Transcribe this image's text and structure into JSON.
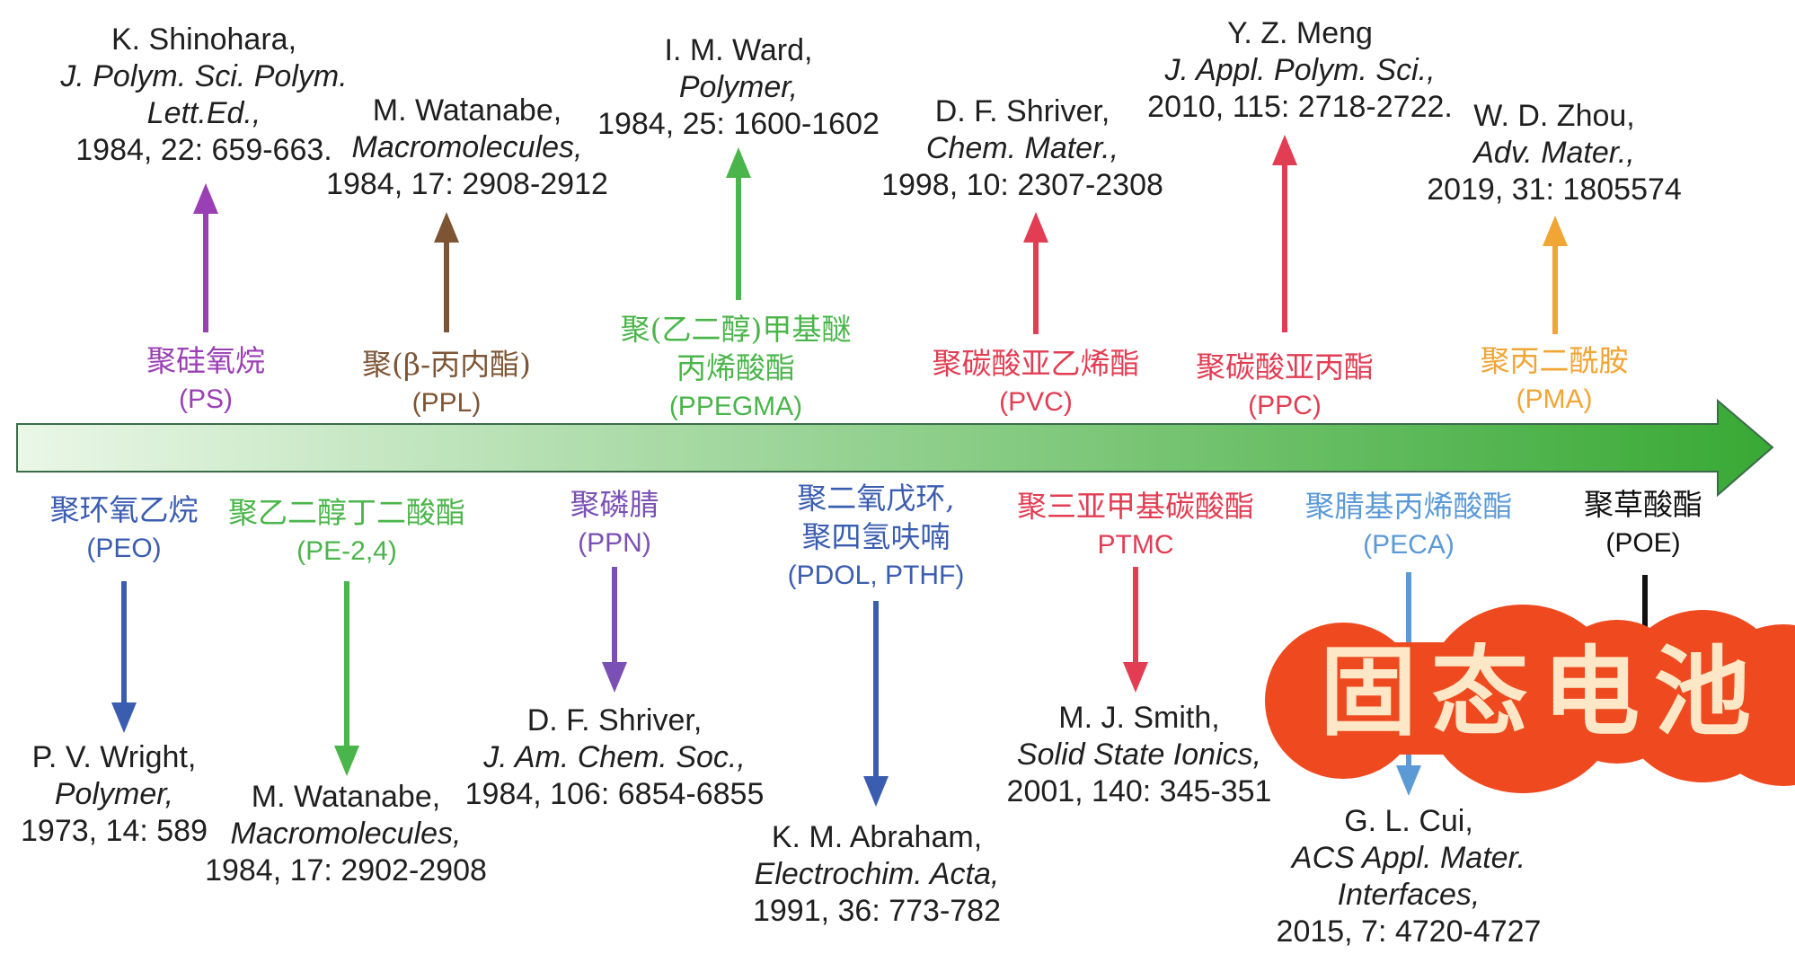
{
  "timeline_bar": {
    "start_color": "#eaf7e7",
    "end_color": "#38a934",
    "outline_color": "#3b6b49"
  },
  "above": [
    {
      "name": [
        "聚硅氧烷"
      ],
      "abbr": "(PS)",
      "color": "#9b3fb4",
      "citation": [
        "K. Shinohara,",
        "J. Polym. Sci. Polym.",
        "Lett.Ed.,",
        "1984, 22: 659-663."
      ]
    },
    {
      "name": [
        "聚(β-丙内酯)"
      ],
      "abbr": "(PPL)",
      "color": "#7d5535",
      "citation": [
        "M. Watanabe,",
        "Macromolecules,",
        "1984, 17: 2908-2912"
      ]
    },
    {
      "name": [
        "聚(乙二醇)甲基醚",
        "丙烯酸酯"
      ],
      "abbr": "(PPEGMA)",
      "color": "#4ab54a",
      "citation": [
        "I. M. Ward,",
        "Polymer,",
        "1984, 25: 1600-1602"
      ]
    },
    {
      "name": [
        "聚碳酸亚乙烯酯"
      ],
      "abbr": "(PVC)",
      "color": "#e23d53",
      "citation": [
        "D. F. Shriver,",
        "Chem. Mater.,",
        "1998, 10: 2307-2308"
      ]
    },
    {
      "name": [
        "聚碳酸亚丙酯"
      ],
      "abbr": "(PPC)",
      "color": "#e23d53",
      "citation": [
        "Y. Z. Meng",
        "J. Appl. Polym. Sci.,",
        "2010, 115: 2718-2722."
      ]
    },
    {
      "name": [
        "聚丙二酰胺"
      ],
      "abbr": "(PMA)",
      "color": "#f0a535",
      "citation": [
        "W. D. Zhou,",
        "Adv. Mater.,",
        "2019, 31: 1805574"
      ]
    }
  ],
  "below": [
    {
      "name": [
        "聚环氧乙烷"
      ],
      "abbr": "(PEO)",
      "color": "#3b5db0",
      "citation": [
        "P. V. Wright,",
        "Polymer,",
        "1973, 14: 589"
      ]
    },
    {
      "name": [
        "聚乙二醇丁二酸酯"
      ],
      "abbr": "(PE-2,4)",
      "color": "#4ab54a",
      "citation": [
        "M. Watanabe,",
        "Macromolecules,",
        "1984, 17: 2902-2908"
      ]
    },
    {
      "name": [
        "聚磷腈"
      ],
      "abbr": "(PPN)",
      "color": "#7b50b4",
      "citation": [
        "D. F. Shriver,",
        "J. Am. Chem. Soc.,",
        "1984, 106: 6854-6855"
      ]
    },
    {
      "name": [
        "聚二氧戊环,",
        "聚四氢呋喃"
      ],
      "abbr": "(PDOL, PTHF)",
      "color": "#3b5db0",
      "citation": [
        "K. M. Abraham,",
        "Electrochim. Acta,",
        "1991, 36: 773-782"
      ]
    },
    {
      "name": [
        "聚三亚甲基碳酸酯"
      ],
      "abbr": "PTMC",
      "color": "#e23d53",
      "citation": [
        "M. J. Smith,",
        "Solid State Ionics,",
        "2001, 140: 345-351"
      ]
    },
    {
      "name": [
        "聚腈基丙烯酸酯"
      ],
      "abbr": "(PECA)",
      "color": "#5c9ad6",
      "citation": [
        "G. L. Cui,",
        "ACS Appl. Mater.",
        "Interfaces,",
        "2015, 7: 4720-4727"
      ]
    },
    {
      "name": [
        "聚草酸酯"
      ],
      "abbr": "(POE)",
      "color": "#111111"
    }
  ],
  "watermark": {
    "text": "固态电池",
    "background": "#ef4a1f",
    "text_color": "#fde7c6"
  }
}
